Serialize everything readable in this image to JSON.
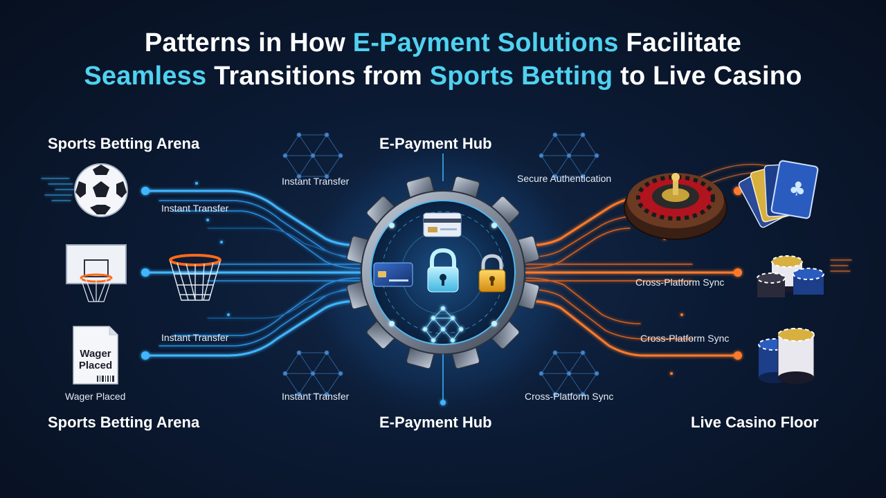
{
  "title": {
    "line1_a": "Patterns in How ",
    "line1_b": "E-Payment Solutions",
    "line1_c": " Facilitate",
    "line2_a": "Seamless",
    "line2_b": " Transitions from ",
    "line2_c": "Sports Betting",
    "line2_d": " to Live Casino"
  },
  "sections": {
    "left_top": "Sports Betting Arena",
    "left_bottom": "Sports Betting Arena",
    "center_top": "E-Payment Hub",
    "center_bottom": "E-Payment Hub",
    "right_bottom": "Live Casino Floor"
  },
  "flow_labels": {
    "instant_transfer_1": "Instant Transfer",
    "instant_transfer_2": "Instant Transfer",
    "instant_transfer_3": "Instant Transfer",
    "instant_transfer_4": "Instant Transfer",
    "secure_auth": "Secure Authentication",
    "cross_sync_1": "Cross-Platform Sync",
    "cross_sync_2": "Cross-Platform Sync",
    "cross_sync_3": "Cross-Platform Sync"
  },
  "receipt": {
    "line1": "Wager",
    "line2": "Placed",
    "caption": "Wager Placed"
  },
  "colors": {
    "accent_cyan": "#4fd2f0",
    "flow_blue": "#3fb6ff",
    "flow_orange": "#ff7a2a",
    "lock_gold": "#f2b527"
  },
  "icons": [
    "soccer-ball-icon",
    "basketball-hoop-icon",
    "receipt-icon",
    "gear-hub-icon",
    "credit-card-icon",
    "padlock-icon",
    "network-icon",
    "roulette-wheel-icon",
    "playing-cards-icon",
    "casino-chips-icon"
  ]
}
